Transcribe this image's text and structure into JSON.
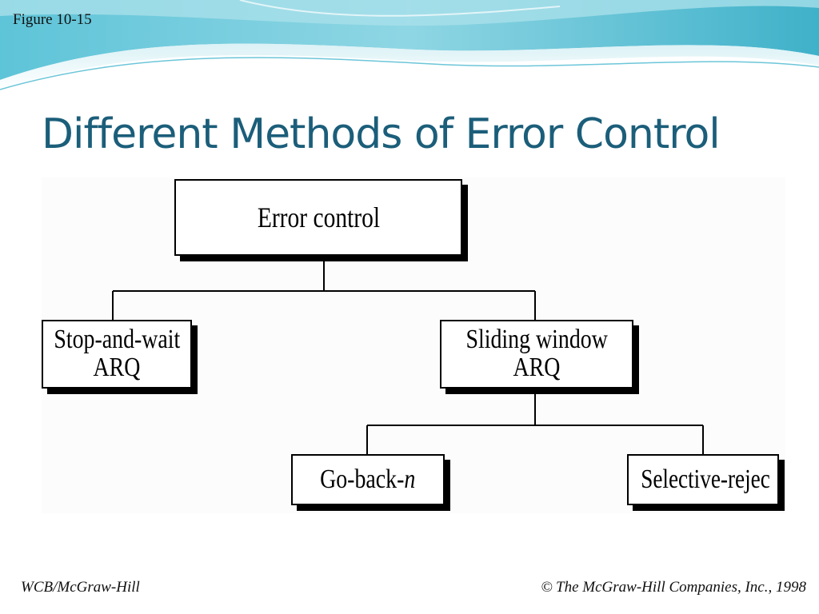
{
  "figure_label": "Figure 10-15",
  "title": "Different Methods of Error Control",
  "diagram": {
    "root": "Error control",
    "stop_and_wait": {
      "line1": "Stop-and-wait",
      "line2": "ARQ"
    },
    "sliding_window": {
      "line1": "Sliding window",
      "line2": "ARQ"
    },
    "go_back_n": {
      "prefix": "Go-back-",
      "var": "n"
    },
    "selective_reject": "Selective-rejec"
  },
  "footer": {
    "left": "WCB/McGraw-Hill",
    "copyright_symbol": "©",
    "right": "The McGraw-Hill Companies, Inc., 1998"
  },
  "colors": {
    "title": "#1b5e7a",
    "wave_dark": "#3fb1c9",
    "wave_light": "#bfe6ef"
  }
}
